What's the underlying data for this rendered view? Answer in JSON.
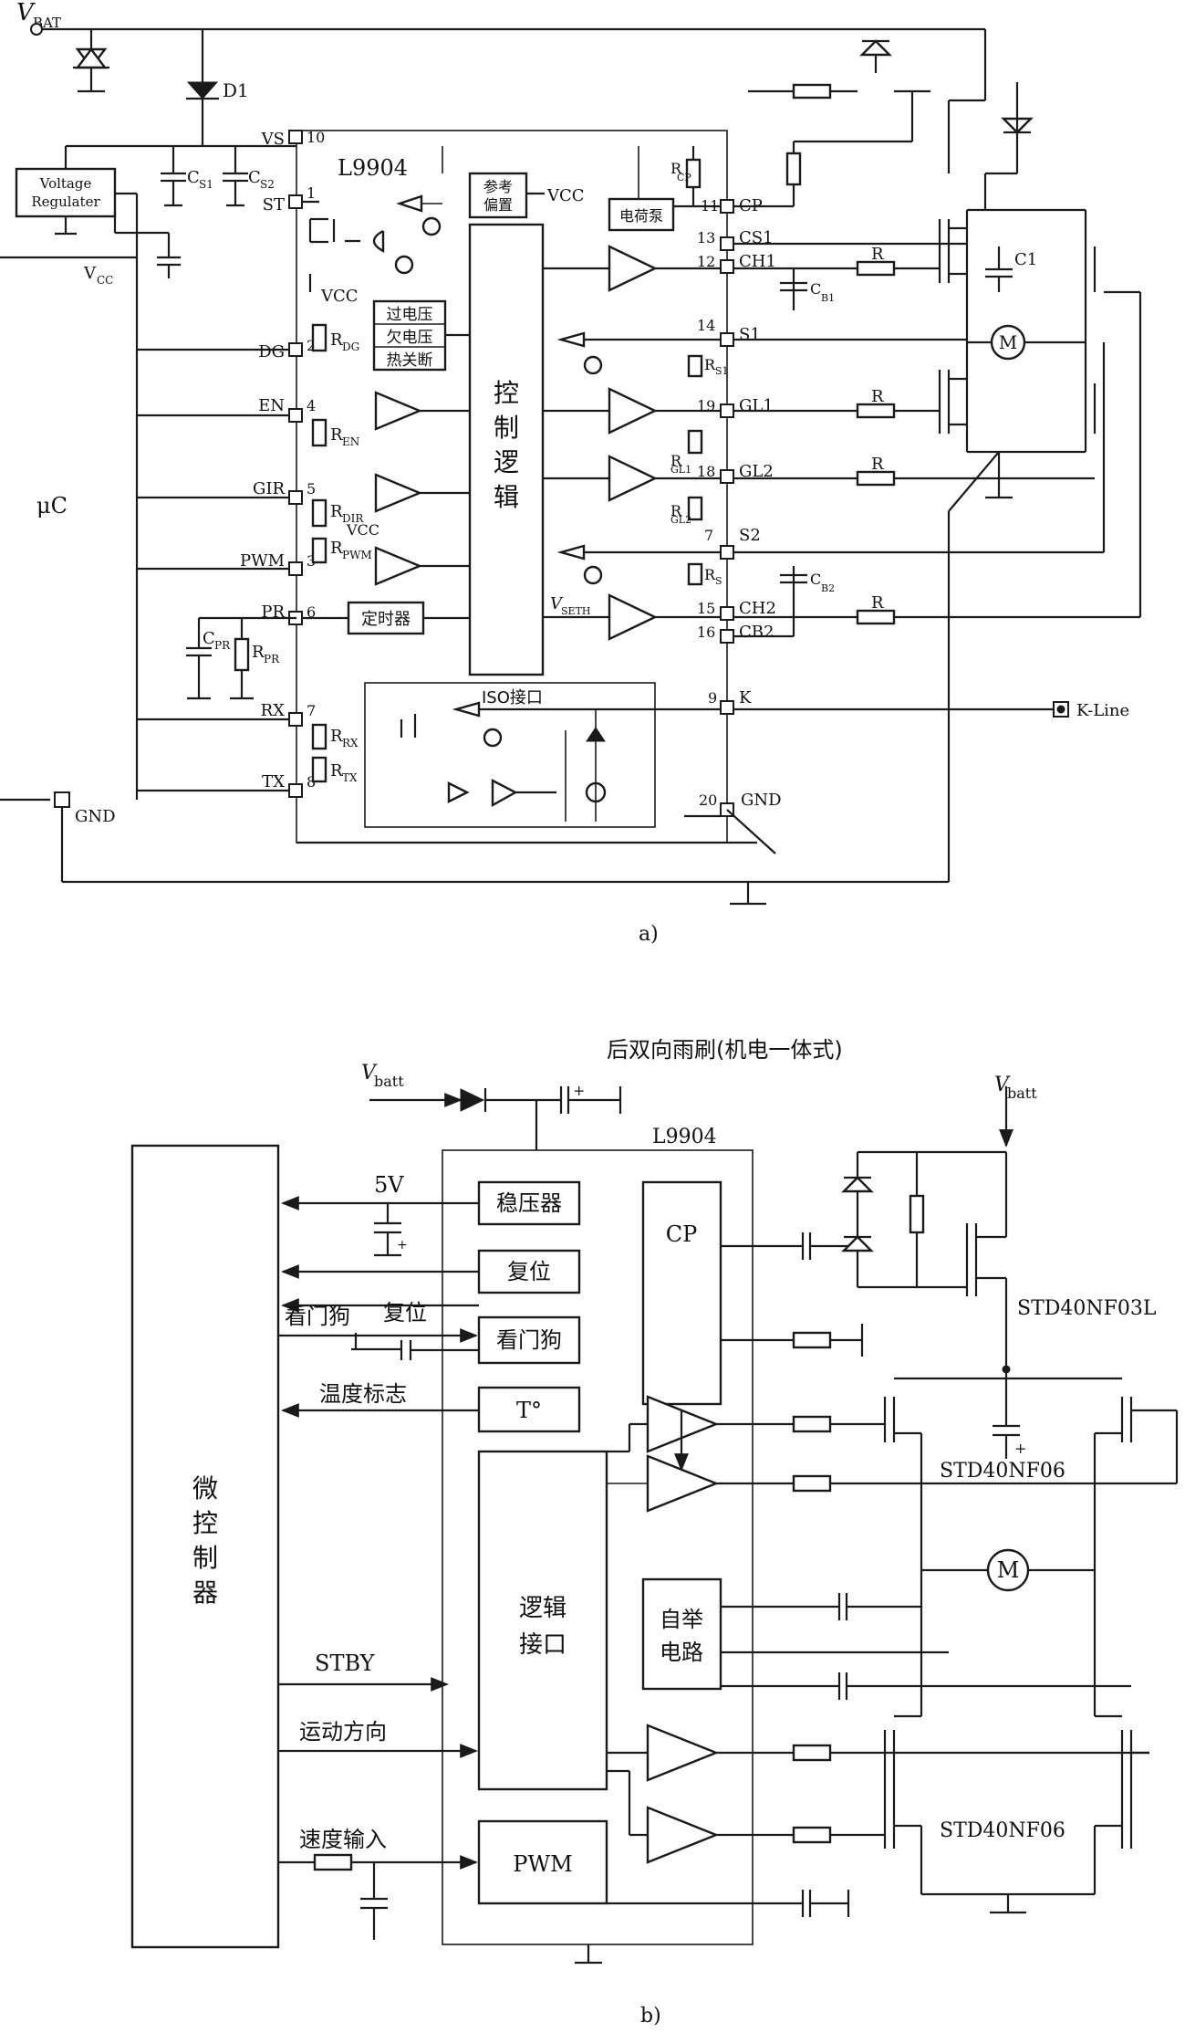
{
  "diagram_a": {
    "caption": "a)",
    "vbat": "V",
    "vbat_sub": "BAT",
    "d1": "D1",
    "voltage_regulator": [
      "Voltage",
      "Regulater"
    ],
    "cs1": "C",
    "cs1_sub": "S1",
    "cs2": "C",
    "cs2_sub": "S2",
    "vcc_label": "V",
    "vcc_sub": "CC",
    "uc": "μC",
    "gnd": "GND",
    "chip_name": "L9904",
    "ref_bias": [
      "参考",
      "偏置"
    ],
    "vcc_ref": "VCC",
    "charge_pump": "电荷泵",
    "rcp": "R",
    "rcp_sub": "CP",
    "protect": [
      "过电压",
      "欠电压",
      "热关断"
    ],
    "vcc_small": "VCC",
    "control_logic": [
      "控",
      "制",
      "逻",
      "辑"
    ],
    "timer": "定时器",
    "iso": "ISO接口",
    "vseth": "V",
    "vseth_sub": "SETH",
    "left_pins": [
      {
        "name": "VS",
        "num": "10"
      },
      {
        "name": "ST",
        "num": "1"
      },
      {
        "name": "DG",
        "num": "2"
      },
      {
        "name": "EN",
        "num": "4"
      },
      {
        "name": "GIR",
        "num": "5"
      },
      {
        "name": "PWM",
        "num": "3"
      },
      {
        "name": "PR",
        "num": "6"
      },
      {
        "name": "RX",
        "num": "7"
      },
      {
        "name": "TX",
        "num": "8"
      }
    ],
    "right_pins": [
      {
        "name": "CP",
        "num": "11"
      },
      {
        "name": "CS1",
        "num": "13"
      },
      {
        "name": "CH1",
        "num": "12"
      },
      {
        "name": "S1",
        "num": "14"
      },
      {
        "name": "GL1",
        "num": "19"
      },
      {
        "name": "GL2",
        "num": "18"
      },
      {
        "name": "S2",
        "num": "7"
      },
      {
        "name": "CH2",
        "num": "15"
      },
      {
        "name": "CB2",
        "num": "16"
      },
      {
        "name": "K",
        "num": "9"
      },
      {
        "name": "GND",
        "num": "20"
      }
    ],
    "resistors": {
      "rdg": "R",
      "rdg_sub": "DG",
      "ren": "R",
      "ren_sub": "EN",
      "rdir": "R",
      "rdir_sub": "DIR",
      "rpwm": "R",
      "rpwm_sub": "PWM",
      "rpr": "R",
      "rpr_sub": "PR",
      "cpr": "C",
      "cpr_sub": "PR",
      "rrx": "R",
      "rrx_sub": "RX",
      "rtx": "R",
      "rtx_sub": "TX",
      "rs1": "R",
      "rs1_sub": "S1",
      "rgl1": "R",
      "rgl1_sub": "GL1",
      "rgl2": "R",
      "rgl2_sub": "GL2",
      "rs": "R",
      "rs_sub": "S",
      "r": "R"
    },
    "cb1": "C",
    "cb1_sub": "B1",
    "cb2": "C",
    "cb2_sub": "B2",
    "c1": "C1",
    "motor": "M",
    "kline": "K-Line"
  },
  "diagram_b": {
    "caption": "b)",
    "title": "后双向雨刷(机电一体式)",
    "vbatt": "V",
    "vbatt_sub": "batt",
    "chip_name": "L9904",
    "micro": [
      "微",
      "控",
      "制",
      "器"
    ],
    "regulator": "稳压器",
    "reset": "复位",
    "watchdog": "看门狗",
    "temp": "T°",
    "logic": [
      "逻辑",
      "接口"
    ],
    "pwm": "PWM",
    "cp": "CP",
    "bootstrap": [
      "自举",
      "电路"
    ],
    "five_v": "5V",
    "sig_reset": "复位",
    "sig_watchdog": "看门狗",
    "sig_temp": "温度标志",
    "stby": "STBY",
    "direction": "运动方向",
    "speed": "速度输入",
    "mosfet_top": "STD40NF03L",
    "mosfet_mid": "STD40NF06",
    "mosfet_bot": "STD40NF06",
    "motor": "M",
    "plus": "+"
  }
}
